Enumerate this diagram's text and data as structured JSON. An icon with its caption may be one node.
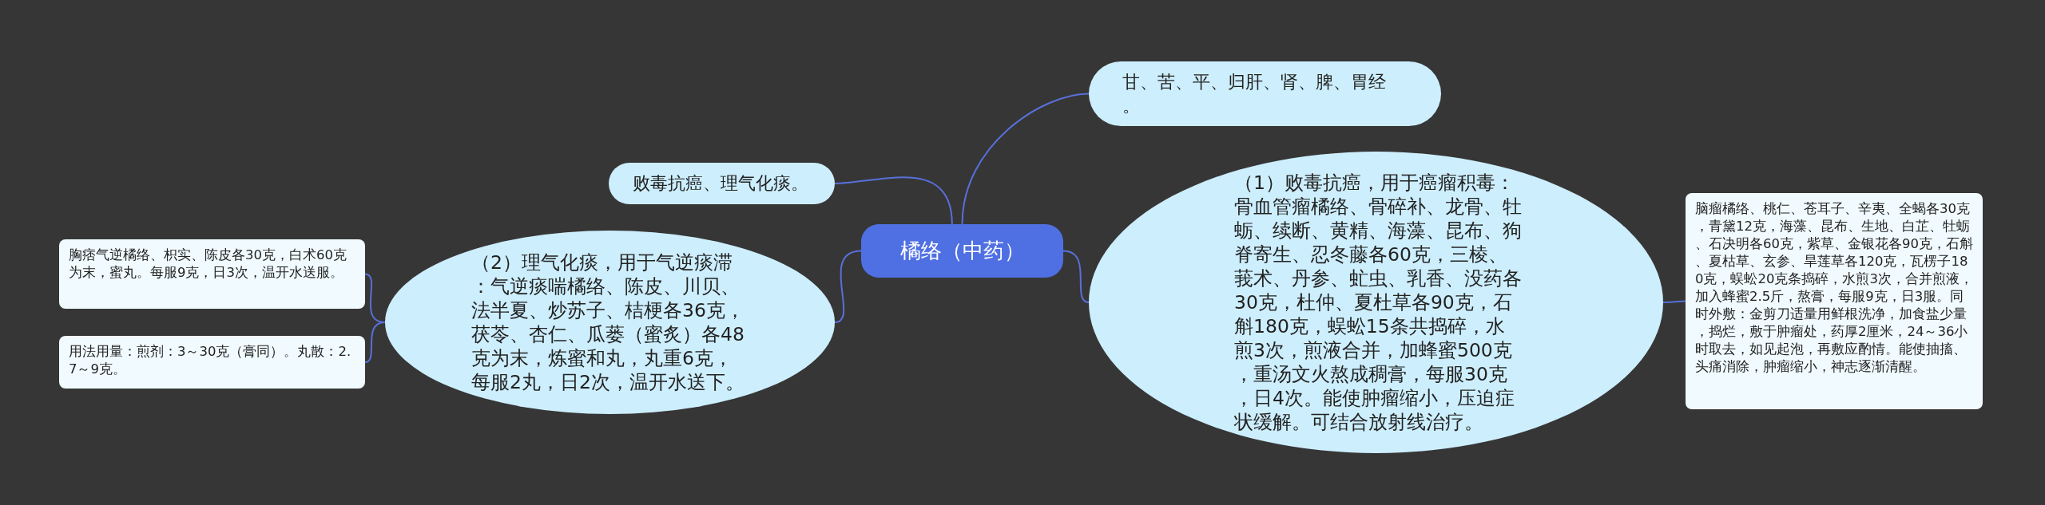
{
  "diagram": {
    "nodes": [
      {
        "text": [
          "橘络（中药）"
        ]
      },
      {
        "text": [
          "甘、苦、平、归肝、肾、脾、胃经。"
        ]
      },
      {
        "text": [
          "败毒抗癌、理气化痰。"
        ]
      },
      {
        "text": [
          "（2）理气化痰，用于气逆痰滞：气逆痰喘橘络、陈皮、川贝、法半夏、炒苏子、桔梗各36克，茯苓、杏仁、瓜蒌（蜜炙）各48克为末，炼蜜和丸，丸重6克，每服2丸，日2次，温开水送下。"
        ]
      },
      {
        "text": [
          "胸痞气逆橘络、枳实、陈皮各30克，白术60克为末，蜜丸。每服9克，日3次，温开水送服。"
        ]
      },
      {
        "text": [
          "用法用量：煎剂：3～30克（膏同）。丸散：2.7～9克。"
        ]
      },
      {
        "text": [
          "（1）败毒抗癌，用于癌瘤积毒：骨血管瘤橘络、骨碎补、龙骨、牡蛎、续断、黄精、海藻、昆布、狗脊寄生、忍冬藤各60克，三棱、莪术、丹参、虻虫、乳香、没药各30克，杜仲、夏杜草各90克，石斛180克，蜈蚣15条共捣碎，水煎3次，煎液合并，加蜂蜜500克，重汤文火熬成稠膏，每服30克，日4次。能使肿瘤缩小，压迫症状缓解。可结合放射线治疗。"
        ]
      },
      {
        "text": [
          "脑瘤橘络、桃仁、苍耳子、辛夷、全蝎各30克，青黛12克，海藻、昆布、生地、白芷、牡蛎、石决明各60克，紫草、金银花各90克，石斛、夏枯草、玄参、旱莲草各120克，瓦楞子180克，蜈蚣20克条捣碎，水煎3次，合并煎液，加入蜂蜜2.5斤，熬膏，每服9克，日3服。同时外敷：金剪刀适量用鲜根洗净，加食盐少量，捣烂，敷于肿瘤处，药厚2厘米，24～36小时取去，如见起泡，再敷应酌情。能使抽搐、头痛消除，肿瘤缩小，神志逐渐清醒。"
        ]
      }
    ],
    "edges": [
      {
        "from": 0,
        "to": 1,
        "arrow": "none"
      },
      {
        "from": 0,
        "to": 2,
        "arrow": "none"
      },
      {
        "from": 0,
        "to": 3,
        "arrow": "none"
      },
      {
        "from": 0,
        "to": 6,
        "arrow": "none"
      },
      {
        "from": 3,
        "to": 4,
        "arrow": "none"
      },
      {
        "from": 3,
        "to": 5,
        "arrow": "none"
      },
      {
        "from": 6,
        "to": 7,
        "arrow": "none"
      }
    ]
  }
}
